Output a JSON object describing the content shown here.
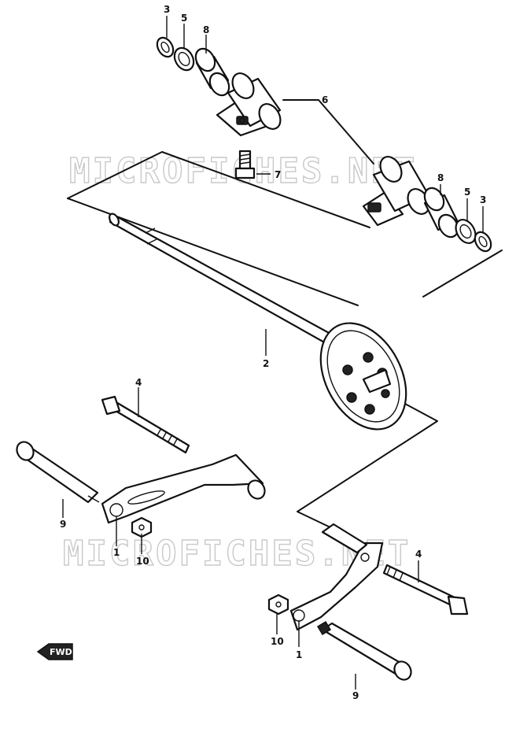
{
  "diagram": {
    "watermark": "MICROFICHES.NET",
    "direction_tag": "FWD",
    "callouts": {
      "c3_top": "3",
      "c5_top": "5",
      "c8_top": "8",
      "c6": "6",
      "c7": "7",
      "c8_right": "8",
      "c5_right": "5",
      "c3_right": "3",
      "c2": "2",
      "c4_left": "4",
      "c9_left": "9",
      "c1_left": "1",
      "c10_left": "10",
      "c4_right": "4",
      "c10_right": "10",
      "c1_right": "1",
      "c9_right": "9"
    }
  }
}
